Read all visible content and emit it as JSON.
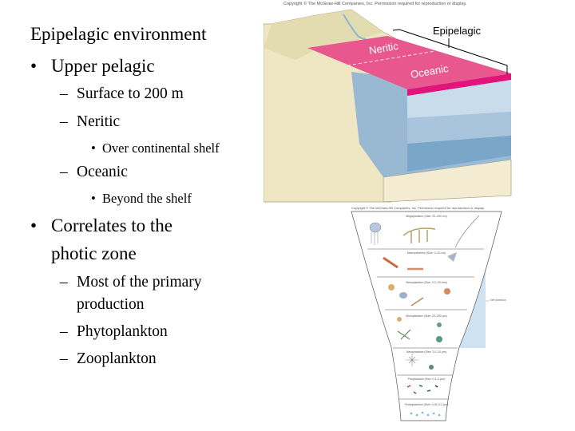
{
  "slide": {
    "heading": "Epipelagic environment",
    "bullets": [
      {
        "marker": "•",
        "text": "Upper pelagic"
      },
      {
        "marker": "–",
        "text": "Surface to 200 m"
      },
      {
        "marker": "–",
        "text": "Neritic"
      },
      {
        "marker": "•",
        "text": "Over continental shelf"
      },
      {
        "marker": "–",
        "text": "Oceanic"
      },
      {
        "marker": "•",
        "text": "Beyond the shelf"
      },
      {
        "marker": "•",
        "text": "Correlates to the",
        "text2": "photic zone"
      },
      {
        "marker": "–",
        "text": "Most of the primary",
        "text2": "production"
      },
      {
        "marker": "–",
        "text": "Phytoplankton"
      },
      {
        "marker": "–",
        "text": "Zooplankton"
      }
    ]
  },
  "figure_top": {
    "copyright": "Copyright © The McGraw-Hill Companies, Inc. Permission required for reproduction or display.",
    "label_epipelagic": "Epipelagic",
    "label_neritic": "Neritic",
    "label_oceanic": "Oceanic",
    "colors": {
      "epipelagic": "#e8588f",
      "edge": "#e0147a",
      "water": "#8fb4d4",
      "land": "#efe6c4"
    }
  },
  "figure_bottom": {
    "copyright": "Copyright © The McGraw-Hill Companies, Inc. Permission required for reproduction or display.",
    "tiers": [
      "Megaplankton (Size: 20–200 cm)",
      "Macroplankton (Size: 2–20 cm)",
      "Mesoplankton (Size: 0.2–20 mm)",
      "Microplankton (Size: 20–200 μm)",
      "Nanoplankton (Size: 2.0–20 μm)",
      "Picoplankton (Size: 0.2–2 μm)",
      "Femtoplankton (Size: 0.02–0.2 μm)"
    ],
    "net_label": "Net plankton"
  }
}
